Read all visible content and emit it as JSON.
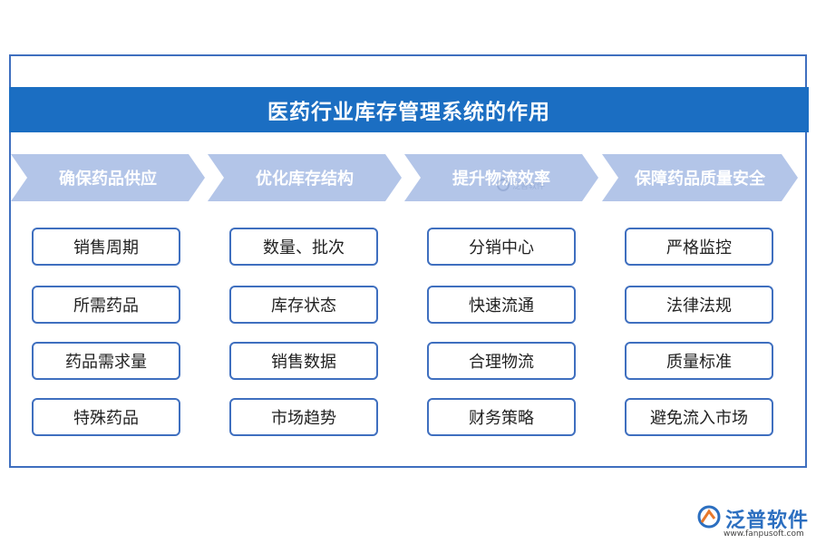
{
  "title": "医药行业库存管理系统的作用",
  "columns": [
    {
      "heading": "确保药品供应",
      "items": [
        "销售周期",
        "所需药品",
        "药品需求量",
        "特殊药品"
      ]
    },
    {
      "heading": "优化库存结构",
      "items": [
        "数量、批次",
        "库存状态",
        "销售数据",
        "市场趋势"
      ]
    },
    {
      "heading": "提升物流效率",
      "items": [
        "分销中心",
        "快速流通",
        "合理物流",
        "财务策略"
      ]
    },
    {
      "heading": "保障药品质量安全",
      "items": [
        "严格监控",
        "法律法规",
        "质量标准",
        "避免流入市场"
      ]
    }
  ],
  "colors": {
    "frame_border": "#3f6fbf",
    "title_bar": "#1b6ec2",
    "arrow_fill": "#b3c5e8",
    "item_border": "#3f6fbf"
  },
  "brand": {
    "name": "泛普软件",
    "url": "www.fanpusoft.com"
  }
}
